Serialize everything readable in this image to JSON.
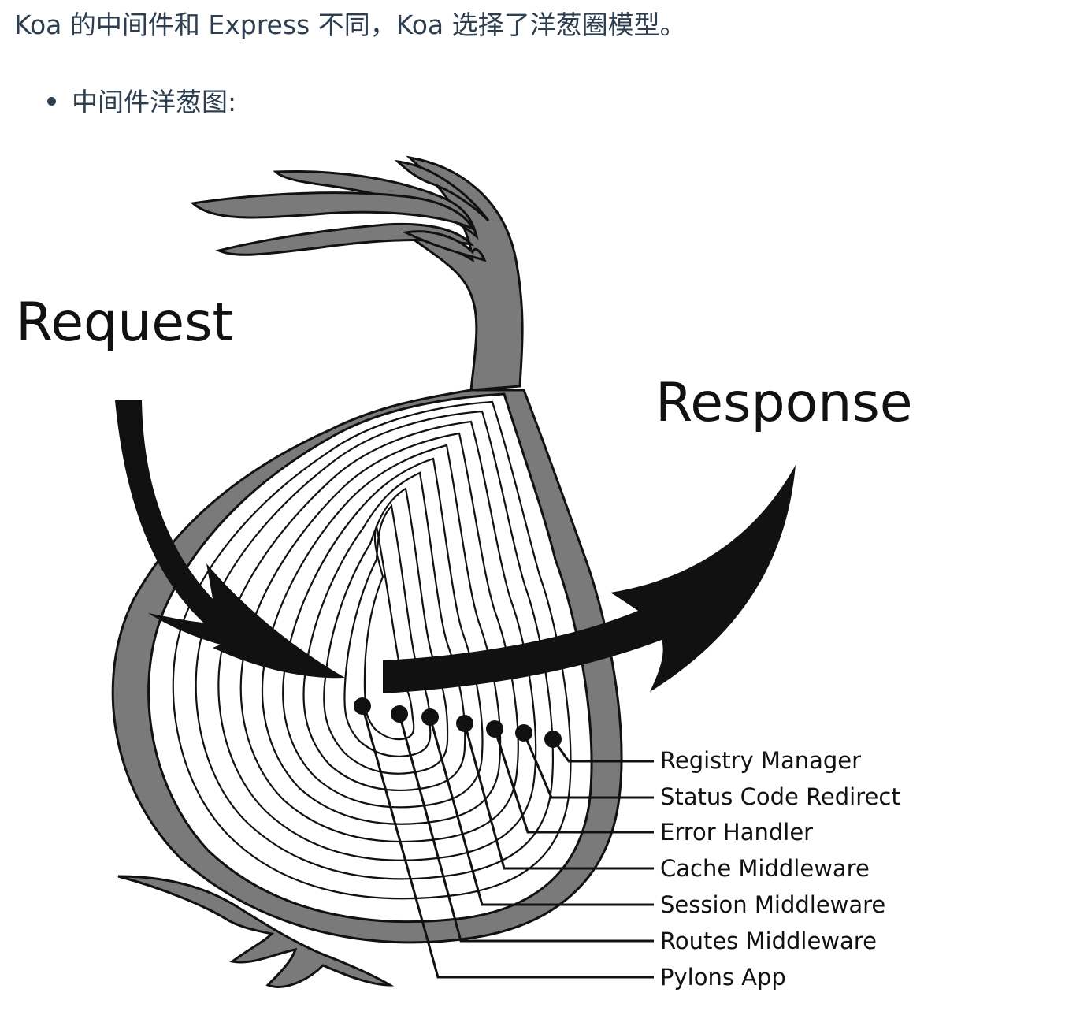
{
  "intro_text": "Koa 的中间件和 Express 不同，Koa 选择了洋葱圈模型。",
  "bullet_text": "中间件洋葱图:",
  "diagram": {
    "request_label": "Request",
    "response_label": "Response",
    "layers": [
      "Registry Manager",
      "Status Code Redirect",
      "Error Handler",
      "Cache Middleware",
      "Session Middleware",
      "Routes Middleware",
      "Pylons App"
    ],
    "colors": {
      "text": "#2c3e50",
      "outer_skin": "#7a7a7a",
      "ink": "#111111",
      "flesh": "#ffffff"
    }
  }
}
